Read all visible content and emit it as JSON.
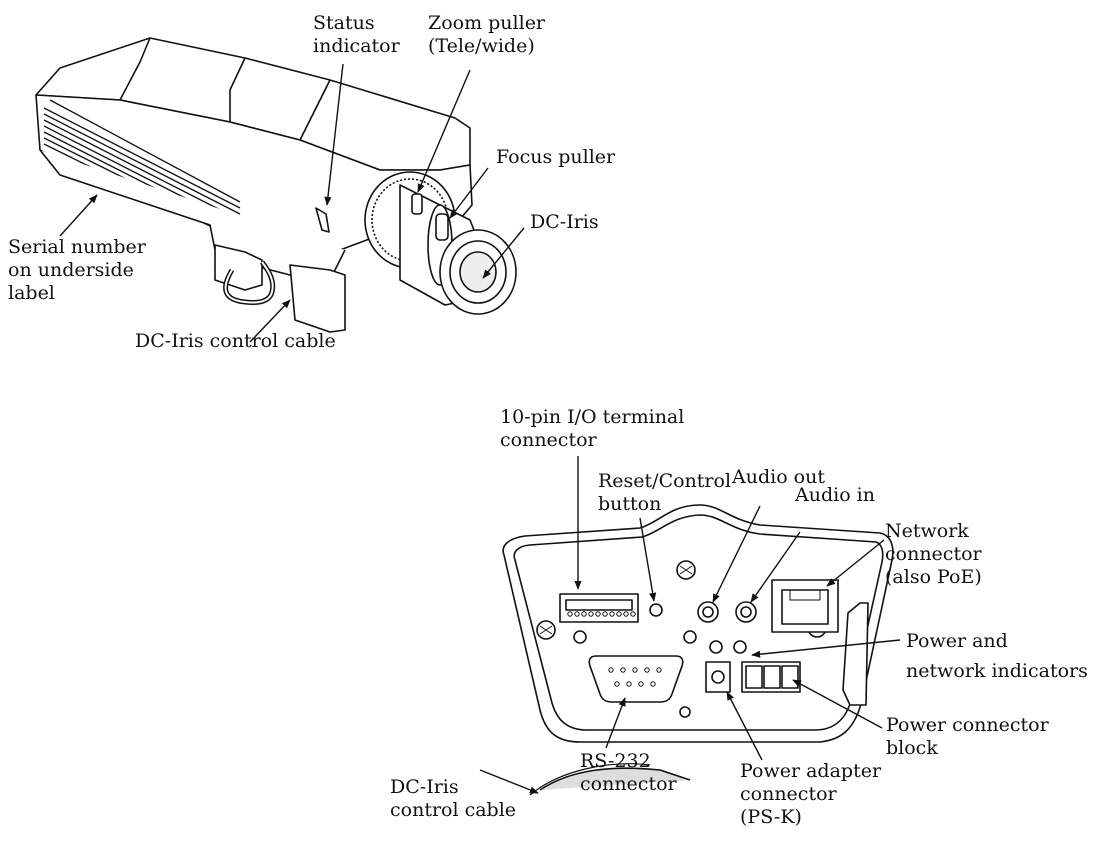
{
  "palette": {
    "ink": "#111111",
    "paper": "#ffffff",
    "shade": "#dcdcdc"
  },
  "camera_front": {
    "labels": {
      "status_indicator": [
        "Status",
        "indicator"
      ],
      "zoom_puller": [
        "Zoom puller",
        "(Tele/wide)"
      ],
      "focus_puller": [
        "Focus puller"
      ],
      "dc_iris": [
        "DC-Iris"
      ],
      "serial_number": [
        "Serial number",
        "on underside",
        "label"
      ],
      "dc_iris_cable": [
        "DC-Iris control cable"
      ]
    }
  },
  "camera_rear": {
    "labels": {
      "io_terminal": [
        "10-pin I/O terminal",
        "connector"
      ],
      "reset_button": [
        "Reset/Control",
        "button"
      ],
      "audio_out": [
        "Audio out"
      ],
      "audio_in": [
        "Audio in"
      ],
      "network_connector": [
        "Network",
        "connector",
        "(also PoE)"
      ],
      "indicators": [
        "Power and",
        "network indicators"
      ],
      "power_block": [
        "Power connector",
        "block"
      ],
      "power_adapter": [
        "Power adapter",
        "connector",
        "(PS-K)"
      ],
      "rs232": [
        "RS-232",
        "connector"
      ],
      "dc_iris_cable": [
        "DC-Iris",
        "control cable"
      ]
    }
  }
}
